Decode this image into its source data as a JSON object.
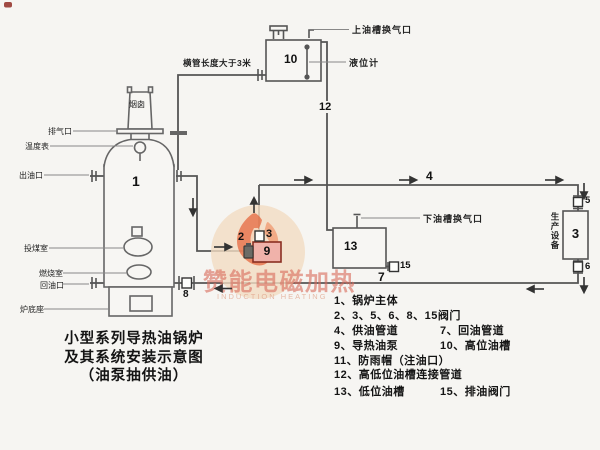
{
  "title": {
    "line1": "小型系列导热油锅炉",
    "line2": "及其系统安装示意图",
    "line3": "（油泵抽供油）"
  },
  "watermark": {
    "cn": "赞能电磁加热",
    "en": "INDUCTION HEATING"
  },
  "annotations": {
    "pipe_note": "横管长度大于3米",
    "upper_tank_vent": "上油槽换气口",
    "level_gauge": "液位计",
    "lower_tank_vent": "下油槽换气口",
    "production_equipment": "生产设备",
    "chimney": "烟囱",
    "air_vent": "排气口",
    "thermometer": "温度表",
    "oil_outlet": "出油口",
    "coal_chamber": "投煤室",
    "combustion_chamber": "燃烧室",
    "oil_return": "回油口",
    "furnace_base": "炉底座"
  },
  "numbers": {
    "boiler": "1",
    "valve_2": "2",
    "valve_3": "3",
    "supply_pipe": "4",
    "valve_5": "5",
    "valve_6": "6",
    "return_pipe": "7",
    "valve_8": "8",
    "pump": "9",
    "high_tank": "10",
    "connect_pipe": "12",
    "low_tank": "13",
    "valve_15": "15",
    "equipment": "3"
  },
  "legend": {
    "rows": [
      {
        "c1": "1、锅炉主体",
        "c2": ""
      },
      {
        "c1": "2、3、5、6、8、15阀门",
        "c2": ""
      },
      {
        "c1": "4、供油管道",
        "c2": "7、回油管道"
      },
      {
        "c1": "9、导热油泵",
        "c2": "10、高位油槽"
      },
      {
        "c1": "11、防雨帽（注油口）",
        "c2": ""
      },
      {
        "c1": "12、高低位油槽连接管道",
        "c2": ""
      },
      {
        "c1": "13、低位油槽",
        "c2": "15、排油阀门"
      }
    ]
  }
}
